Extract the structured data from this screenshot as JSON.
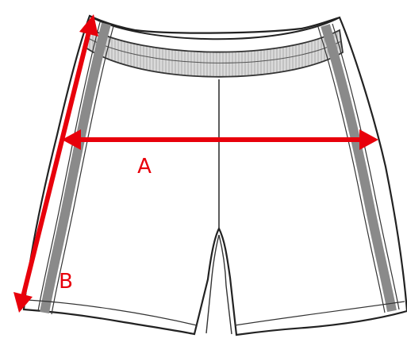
{
  "diagram": {
    "subject": "shorts",
    "measurements": [
      {
        "label": "A"
      },
      {
        "label": "B"
      }
    ],
    "colors": {
      "garment_fill": "#ffffff",
      "garment_stroke": "#222222",
      "waistband_fill": "#d8d8d8",
      "side_stripe": "#8a8a8a",
      "measure_line": "#e8000b",
      "label_text": "#e8000b"
    }
  }
}
